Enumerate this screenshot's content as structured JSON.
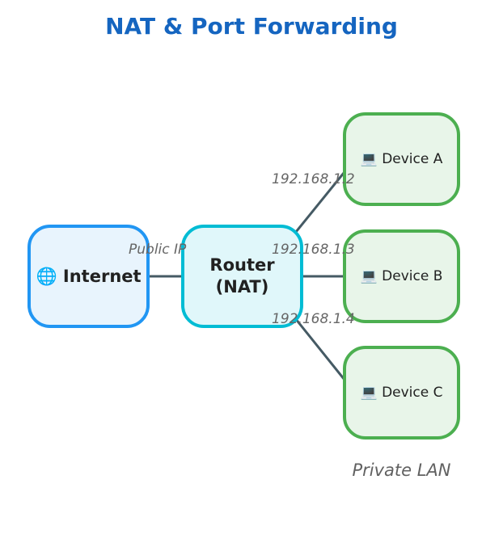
{
  "title": "NAT & Port Forwarding",
  "nodes": {
    "internet": {
      "icon": "globe-icon",
      "label": "🌐 Internet"
    },
    "router": {
      "label": "Router\n(NAT)"
    },
    "device_a": {
      "icon": "computer-icon",
      "label": "💻 Device A"
    },
    "device_b": {
      "icon": "computer-icon",
      "label": "💻 Device B"
    },
    "device_c": {
      "icon": "computer-icon",
      "label": "💻 Device C"
    }
  },
  "edges": {
    "public_ip": "Public IP",
    "to_a": "192.168.1.2",
    "to_b": "192.168.1.3",
    "to_c": "192.168.1.4"
  },
  "group_label": "Private LAN",
  "colors": {
    "title": "#1565c0",
    "internet_border": "#2196f3",
    "router_border": "#00bcd4",
    "device_border": "#4caf50",
    "arrow": "#455a64"
  }
}
